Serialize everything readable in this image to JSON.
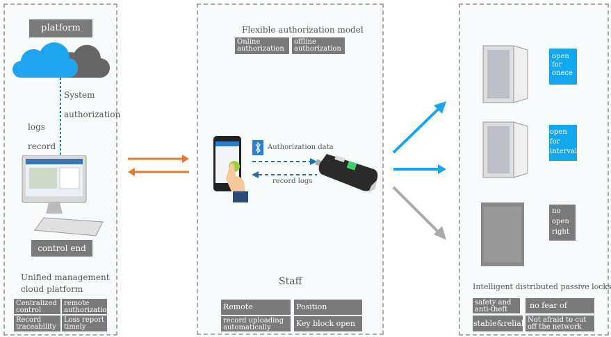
{
  "left": {
    "platform_label": "platform",
    "system_authorization": [
      "System",
      "authorization"
    ],
    "logs_record": [
      "logs",
      "record"
    ],
    "control_end_label": "control end",
    "title": [
      "Unified management",
      "cloud platform"
    ],
    "features": [
      "Centralized control",
      "remote authorization",
      "Record traceability",
      "Loss report timely"
    ]
  },
  "middle": {
    "title": "Flexible authorization model",
    "modes": [
      "Online authorization",
      "offline authorization"
    ],
    "authorization_data": "Authorization data",
    "record_logs": "record logs",
    "staff_title": "Staff",
    "features": [
      "Remote authorization",
      "Position navigation",
      "record uploading automatically",
      "Key block open"
    ]
  },
  "right": {
    "states": [
      "open for onece",
      "open for interval",
      "no open right"
    ],
    "title": "Intelligent distributed passive locks",
    "features": [
      "safety and anti-theft",
      "no fear of thunder",
      "stable&reliable",
      "Not afraid to cut off the network"
    ]
  },
  "colors": {
    "accent_blue": "#12a7ee",
    "orange": "#e8782a",
    "gray_box": "#7a7a7a",
    "dashed_blue": "#1f6fb5"
  }
}
